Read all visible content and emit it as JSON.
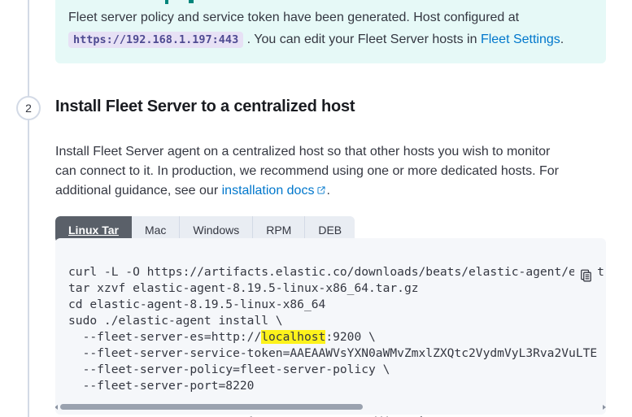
{
  "colors": {
    "callout_bg": "#e6f9f7",
    "host_chip_bg": "#e7e1f5",
    "host_chip_text": "#4e4b92",
    "link_blue": "#0077cc",
    "text": "#343741",
    "border": "#d3dae6",
    "tab_selected_bg": "#5a6069",
    "tab_bg": "#e9edf3",
    "code_bg": "#f5f7fa",
    "highlight_yellow": "#fdf21b",
    "scrollbar_thumb": "#9aa2af"
  },
  "callout": {
    "message_line1": "Fleet server policy and service token have been generated. Host configured at",
    "host_url": "https://192.168.1.197:443",
    "message_line2": ". You can edit your Fleet Server hosts in",
    "fleet_settings_link": "Fleet Settings",
    "period": "."
  },
  "step": {
    "number": "2",
    "title": "Install Fleet Server to a centralized host",
    "description_line1": "Install Fleet Server agent on a centralized host so that other hosts you wish to monitor",
    "description_line2": "can connect to it. In production, we recommend using one or more dedicated hosts. For",
    "description_line3": "additional guidance, see our",
    "docs_link": "installation docs",
    "docs_suffix": "."
  },
  "tabs": [
    {
      "label": "Linux Tar",
      "selected": true
    },
    {
      "label": "Mac",
      "selected": false
    },
    {
      "label": "Windows",
      "selected": false
    },
    {
      "label": "RPM",
      "selected": false
    },
    {
      "label": "DEB",
      "selected": false
    }
  ],
  "code": {
    "line1": "curl -L -O https://artifacts.elastic.co/downloads/beats/elastic-agent/elast",
    "line2": "tar xzvf elastic-agent-8.19.5-linux-x86_64.tar.gz",
    "line3": "cd elastic-agent-8.19.5-linux-x86_64",
    "line4": "sudo ./elastic-agent install \\",
    "line5_prefix": "  --fleet-server-es=http://",
    "line5_highlight": "localhost",
    "line5_suffix": ":9200 \\",
    "line6": "  --fleet-server-service-token=AAEAAWVsYXN0aWMvZmxlZXQtc2VydmVyL3Rva2VuLTE",
    "line7": "  --fleet-server-policy=fleet-server-policy \\",
    "line8": "  --fleet-server-port=8220"
  },
  "icons": {
    "copy": "clipboard-copy-icon",
    "external_link": "external-link-icon"
  },
  "bottom_fragments": [
    "A",
    "W",
    "l"
  ]
}
